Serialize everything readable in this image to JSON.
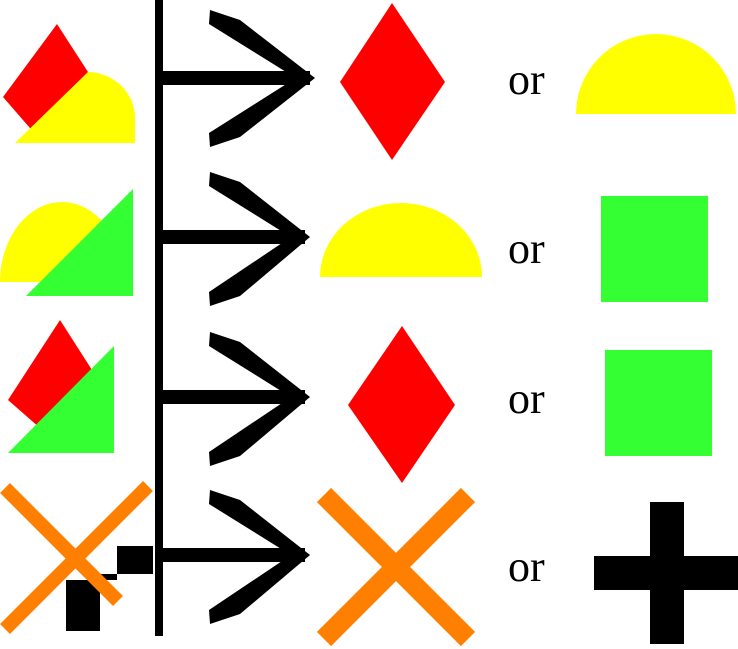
{
  "colors": {
    "red": "#ff0000",
    "yellow": "#ffff00",
    "green": "#33ff33",
    "orange": "#ff8000",
    "black": "#000000",
    "background": "#ffffff"
  },
  "rows": [
    {
      "inputs": [
        "red-diamond",
        "yellow-semicircle"
      ],
      "output_a": "red-diamond",
      "connector": "or",
      "output_b": "yellow-semicircle"
    },
    {
      "inputs": [
        "yellow-semicircle",
        "green-triangle"
      ],
      "output_a": "yellow-semicircle",
      "connector": "or",
      "output_b": "green-square"
    },
    {
      "inputs": [
        "red-diamond",
        "green-triangle"
      ],
      "output_a": "red-diamond",
      "connector": "or",
      "output_b": "green-square"
    },
    {
      "inputs": [
        "orange-x",
        "black-corner"
      ],
      "output_a": "orange-x",
      "connector": "or",
      "output_b": "black-plus"
    }
  ]
}
